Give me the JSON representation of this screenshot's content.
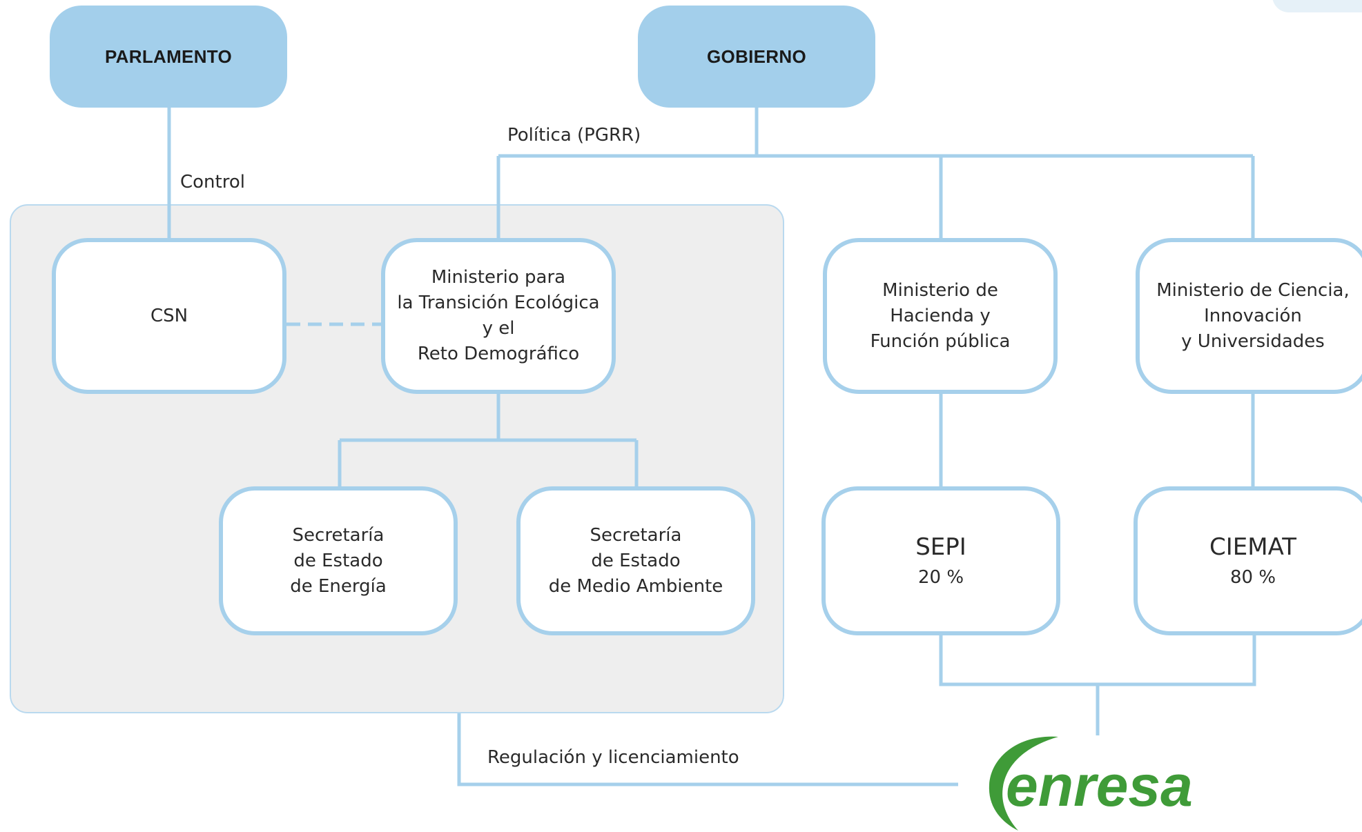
{
  "nodes": {
    "parlamento": "PARLAMENTO",
    "gobierno": "GOBIERNO",
    "csn": "CSN",
    "miteco": [
      "Ministerio para",
      "la Transición Ecológica",
      "y el",
      "Reto Demográfico"
    ],
    "sec_energia": [
      "Secretaría",
      "de Estado",
      "de Energía"
    ],
    "sec_medio": [
      "Secretaría",
      "de Estado",
      "de Medio Ambiente"
    ],
    "hacienda": [
      "Ministerio de",
      "Hacienda y",
      "Función pública"
    ],
    "ciencia": [
      "Ministerio de Ciencia,",
      "Innovación",
      "y Universidades"
    ],
    "sepi": {
      "name": "SEPI",
      "share": "20 %"
    },
    "ciemat": {
      "name": "CIEMAT",
      "share": "80 %"
    }
  },
  "labels": {
    "politica": "Política (PGRR)",
    "control": "Control",
    "regulacion": "Regulación y licenciamiento"
  },
  "logo": {
    "text": "enresa"
  },
  "colors": {
    "connector": "#a6d0eb",
    "top_node_fill": "#a3cfeb",
    "group_fill": "#eeeeee",
    "logo_green": "#3f9b38"
  }
}
